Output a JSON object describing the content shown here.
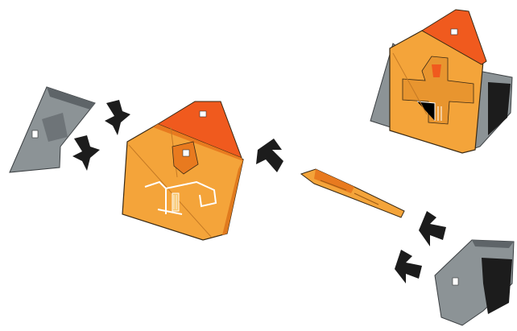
{
  "diagram": {
    "kind": "exploded-assembly-illustration",
    "parts": [
      {
        "name": "left-grey-shell"
      },
      {
        "name": "center-orange-body"
      },
      {
        "name": "flat-orange-tab"
      },
      {
        "name": "bottom-right-grey-shell"
      },
      {
        "name": "assembled-unit"
      }
    ],
    "arrows": [
      {
        "name": "arrow-upper-left-1"
      },
      {
        "name": "arrow-upper-left-2"
      },
      {
        "name": "arrow-to-center-from-tab"
      },
      {
        "name": "arrow-right-upper"
      },
      {
        "name": "arrow-right-lower"
      }
    ],
    "colors": {
      "orange_light": "#F4A43A",
      "orange_dark": "#E87A1F",
      "orange_red": "#F05A1E",
      "grey": "#8C9396",
      "grey_dark": "#5E6468",
      "black": "#1C1C1C",
      "outline": "#3A2A15"
    }
  }
}
